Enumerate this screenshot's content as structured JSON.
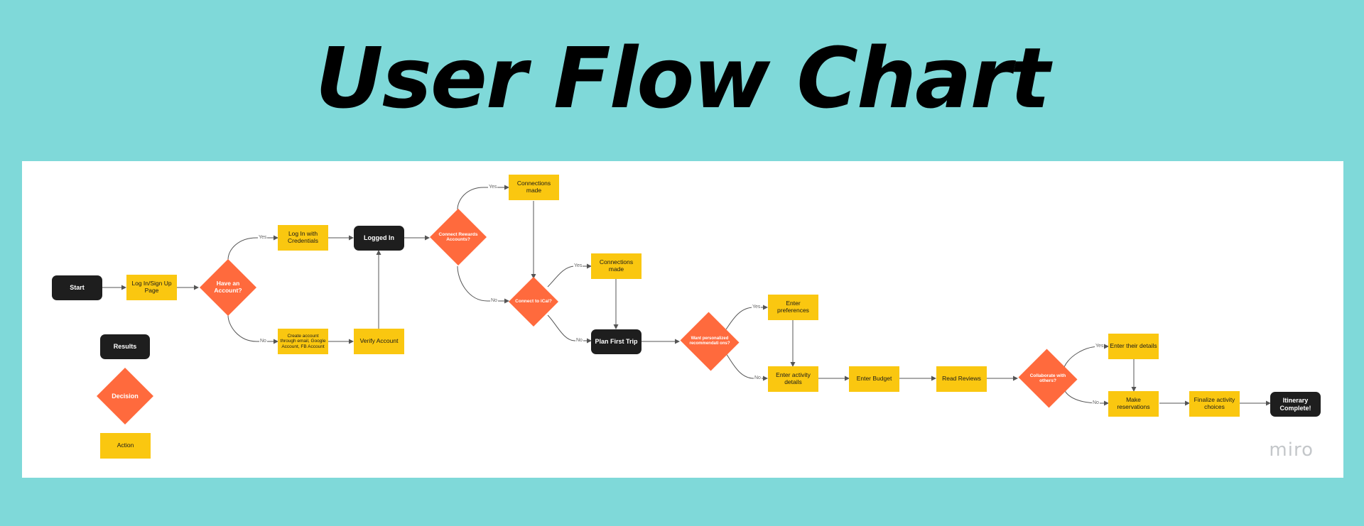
{
  "title": "User Flow Chart",
  "watermark": "miro",
  "colors": {
    "background": "#7fd9d9",
    "board": "#ffffff",
    "result": "#1e1e1e",
    "decision": "#ff6a3d",
    "action": "#fac710"
  },
  "legend": {
    "results": "Results",
    "decision": "Decision",
    "action": "Action"
  },
  "nodes": {
    "start": "Start",
    "login_page": "Log In/Sign Up Page",
    "have_account": "Have an Account?",
    "login_credentials": "Log In with Credentials",
    "create_account": "Create account through email, Google Account, FB Account",
    "verify_account": "Verify Account",
    "logged_in": "Logged In",
    "connect_rewards": "Connect Rewards Accounts?",
    "connections_made_1": "Connections made",
    "connect_ical": "Connect to iCal?",
    "connections_made_2": "Connections made",
    "plan_first_trip": "Plan First Trip",
    "want_recommendations": "Want personalized recommendati ons?",
    "enter_preferences": "Enter preferences",
    "enter_activity_details": "Enter activity details",
    "enter_budget": "Enter Budget",
    "read_reviews": "Read Reviews",
    "collaborate": "Collaborate with others?",
    "enter_their_details": "Enter their details",
    "make_reservations": "Make reservations",
    "finalize_activity": "Finalize activity choices",
    "itinerary_complete": "Itinerary Complete!"
  },
  "edge_labels": {
    "yes": "Yes",
    "no": "No"
  }
}
